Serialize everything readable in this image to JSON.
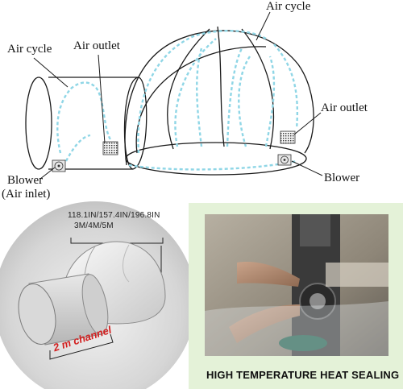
{
  "diagram": {
    "labels": {
      "air_cycle_left": "Air cycle",
      "air_outlet_left": "Air outlet",
      "air_cycle_top": "Air cycle",
      "air_outlet_right": "Air outlet",
      "blower_right": "Blower",
      "blower_left_line1": "Blower",
      "blower_left_line2": "(Air inlet)"
    }
  },
  "product": {
    "dimensions_line1": "118.1IN/157.4IN/196.8IN",
    "dimensions_line2": "3M/4M/5M",
    "channel_label": "2 m channel"
  },
  "photo": {
    "caption": "HIGH TEMPERATURE HEAT SEALING"
  },
  "colors": {
    "air_flow": "#8fd6e6",
    "outline": "#1a1a1a",
    "banner_bg": "#e4f2d8",
    "channel_red": "#d21f1f"
  }
}
